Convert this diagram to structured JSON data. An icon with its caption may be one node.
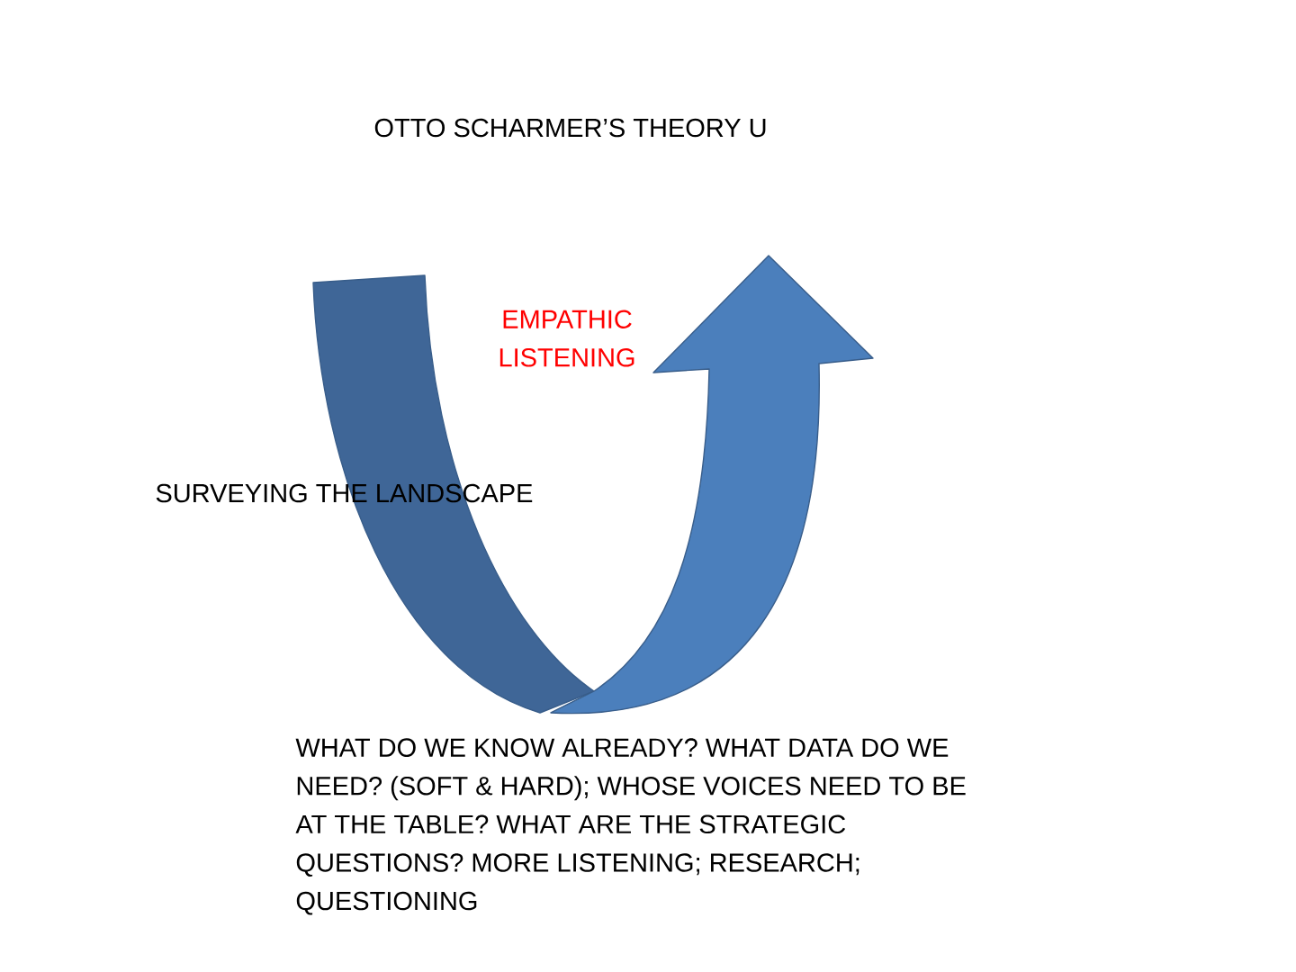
{
  "diagram": {
    "title": "OTTO SCHARMER’S  THEORY U",
    "labels": [
      "EMPATHIC LISTENING",
      "SURVEYING THE LANDSCAPE",
      "WHAT DO WE KNOW ALREADY? WHAT DATA DO WE NEED? (SOFT & HARD); WHOSE VOICES NEED TO BE AT THE TABLE?  WHAT ARE THE STRATEGIC QUESTIONS? MORE LISTENING; RESEARCH; QUESTIONING"
    ]
  }
}
